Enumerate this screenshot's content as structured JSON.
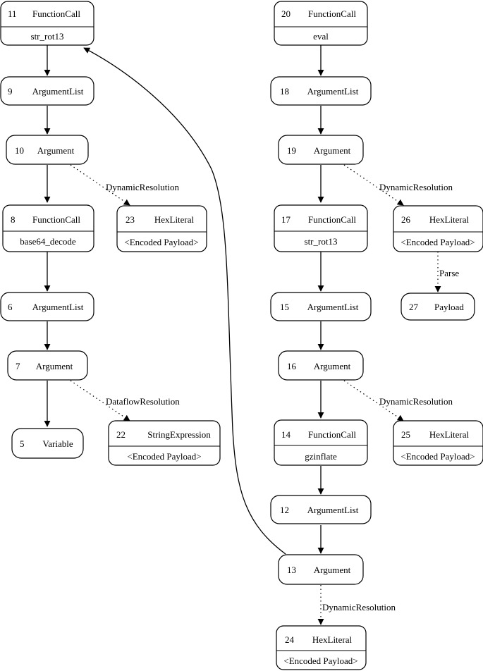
{
  "nodes": {
    "n11": {
      "id": "11",
      "type": "FunctionCall",
      "value": "str_rot13"
    },
    "n9": {
      "id": "9",
      "type": "ArgumentList"
    },
    "n10": {
      "id": "10",
      "type": "Argument"
    },
    "n8": {
      "id": "8",
      "type": "FunctionCall",
      "value": "base64_decode"
    },
    "n23": {
      "id": "23",
      "type": "HexLiteral",
      "value": "<Encoded Payload>"
    },
    "n6": {
      "id": "6",
      "type": "ArgumentList"
    },
    "n7": {
      "id": "7",
      "type": "Argument"
    },
    "n5": {
      "id": "5",
      "type": "Variable"
    },
    "n22": {
      "id": "22",
      "type": "StringExpression",
      "value": "<Encoded Payload>"
    },
    "n20": {
      "id": "20",
      "type": "FunctionCall",
      "value": "eval"
    },
    "n18": {
      "id": "18",
      "type": "ArgumentList"
    },
    "n19": {
      "id": "19",
      "type": "Argument"
    },
    "n17": {
      "id": "17",
      "type": "FunctionCall",
      "value": "str_rot13"
    },
    "n26": {
      "id": "26",
      "type": "HexLiteral",
      "value": "<Encoded Payload>"
    },
    "n27": {
      "id": "27",
      "type": "Payload"
    },
    "n15": {
      "id": "15",
      "type": "ArgumentList"
    },
    "n16": {
      "id": "16",
      "type": "Argument"
    },
    "n14": {
      "id": "14",
      "type": "FunctionCall",
      "value": "gzinflate"
    },
    "n25": {
      "id": "25",
      "type": "HexLiteral",
      "value": "<Encoded Payload>"
    },
    "n12": {
      "id": "12",
      "type": "ArgumentList"
    },
    "n13": {
      "id": "13",
      "type": "Argument"
    },
    "n24": {
      "id": "24",
      "type": "HexLiteral",
      "value": "<Encoded Payload>"
    }
  },
  "edge_labels": {
    "e10_23": "DynamicResolution",
    "e7_22": "DataflowResolution",
    "e19_26": "DynamicResolution",
    "e26_27": "Parse",
    "e16_25": "DynamicResolution",
    "e13_24": "DynamicResolution"
  }
}
